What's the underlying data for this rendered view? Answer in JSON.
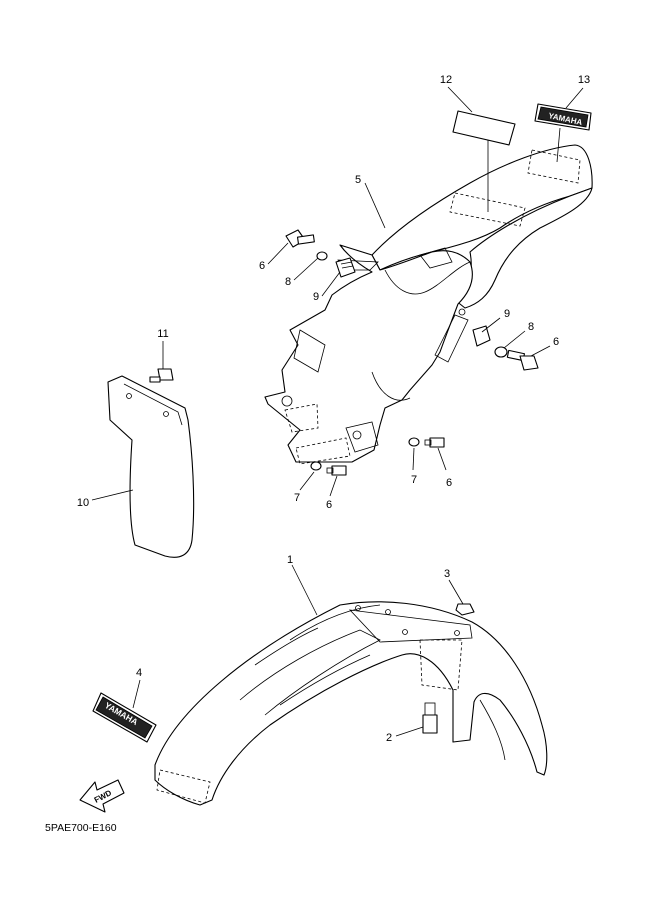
{
  "diagram": {
    "reference_code": "5PAE700-E160",
    "fwd_arrow_label": "FWD",
    "decal_text": "YAMAHA",
    "callouts": [
      {
        "id": "c1",
        "text": "1"
      },
      {
        "id": "c2",
        "text": "2"
      },
      {
        "id": "c3",
        "text": "3"
      },
      {
        "id": "c4",
        "text": "4"
      },
      {
        "id": "c5",
        "text": "5"
      },
      {
        "id": "c6a",
        "text": "6"
      },
      {
        "id": "c6b",
        "text": "6"
      },
      {
        "id": "c6c",
        "text": "6"
      },
      {
        "id": "c6d",
        "text": "6"
      },
      {
        "id": "c7a",
        "text": "7"
      },
      {
        "id": "c7b",
        "text": "7"
      },
      {
        "id": "c8a",
        "text": "8"
      },
      {
        "id": "c8b",
        "text": "8"
      },
      {
        "id": "c9a",
        "text": "9"
      },
      {
        "id": "c9b",
        "text": "9"
      },
      {
        "id": "c10",
        "text": "10"
      },
      {
        "id": "c11",
        "text": "11"
      },
      {
        "id": "c12",
        "text": "12"
      },
      {
        "id": "c13",
        "text": "13"
      }
    ]
  }
}
